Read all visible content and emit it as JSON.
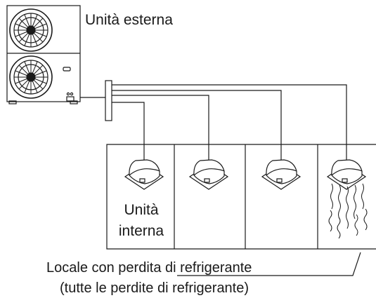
{
  "diagram": {
    "outdoor_unit_label": "Unità esterna",
    "indoor_unit_label": "Unità interna",
    "room_label": "Locale con perdita di refrigerante",
    "room_sublabel": "(tutte le perdite di refrigerante)",
    "line_color": "#1a1a1a",
    "indoor_unit_count": 4,
    "leaking_unit": 4
  }
}
